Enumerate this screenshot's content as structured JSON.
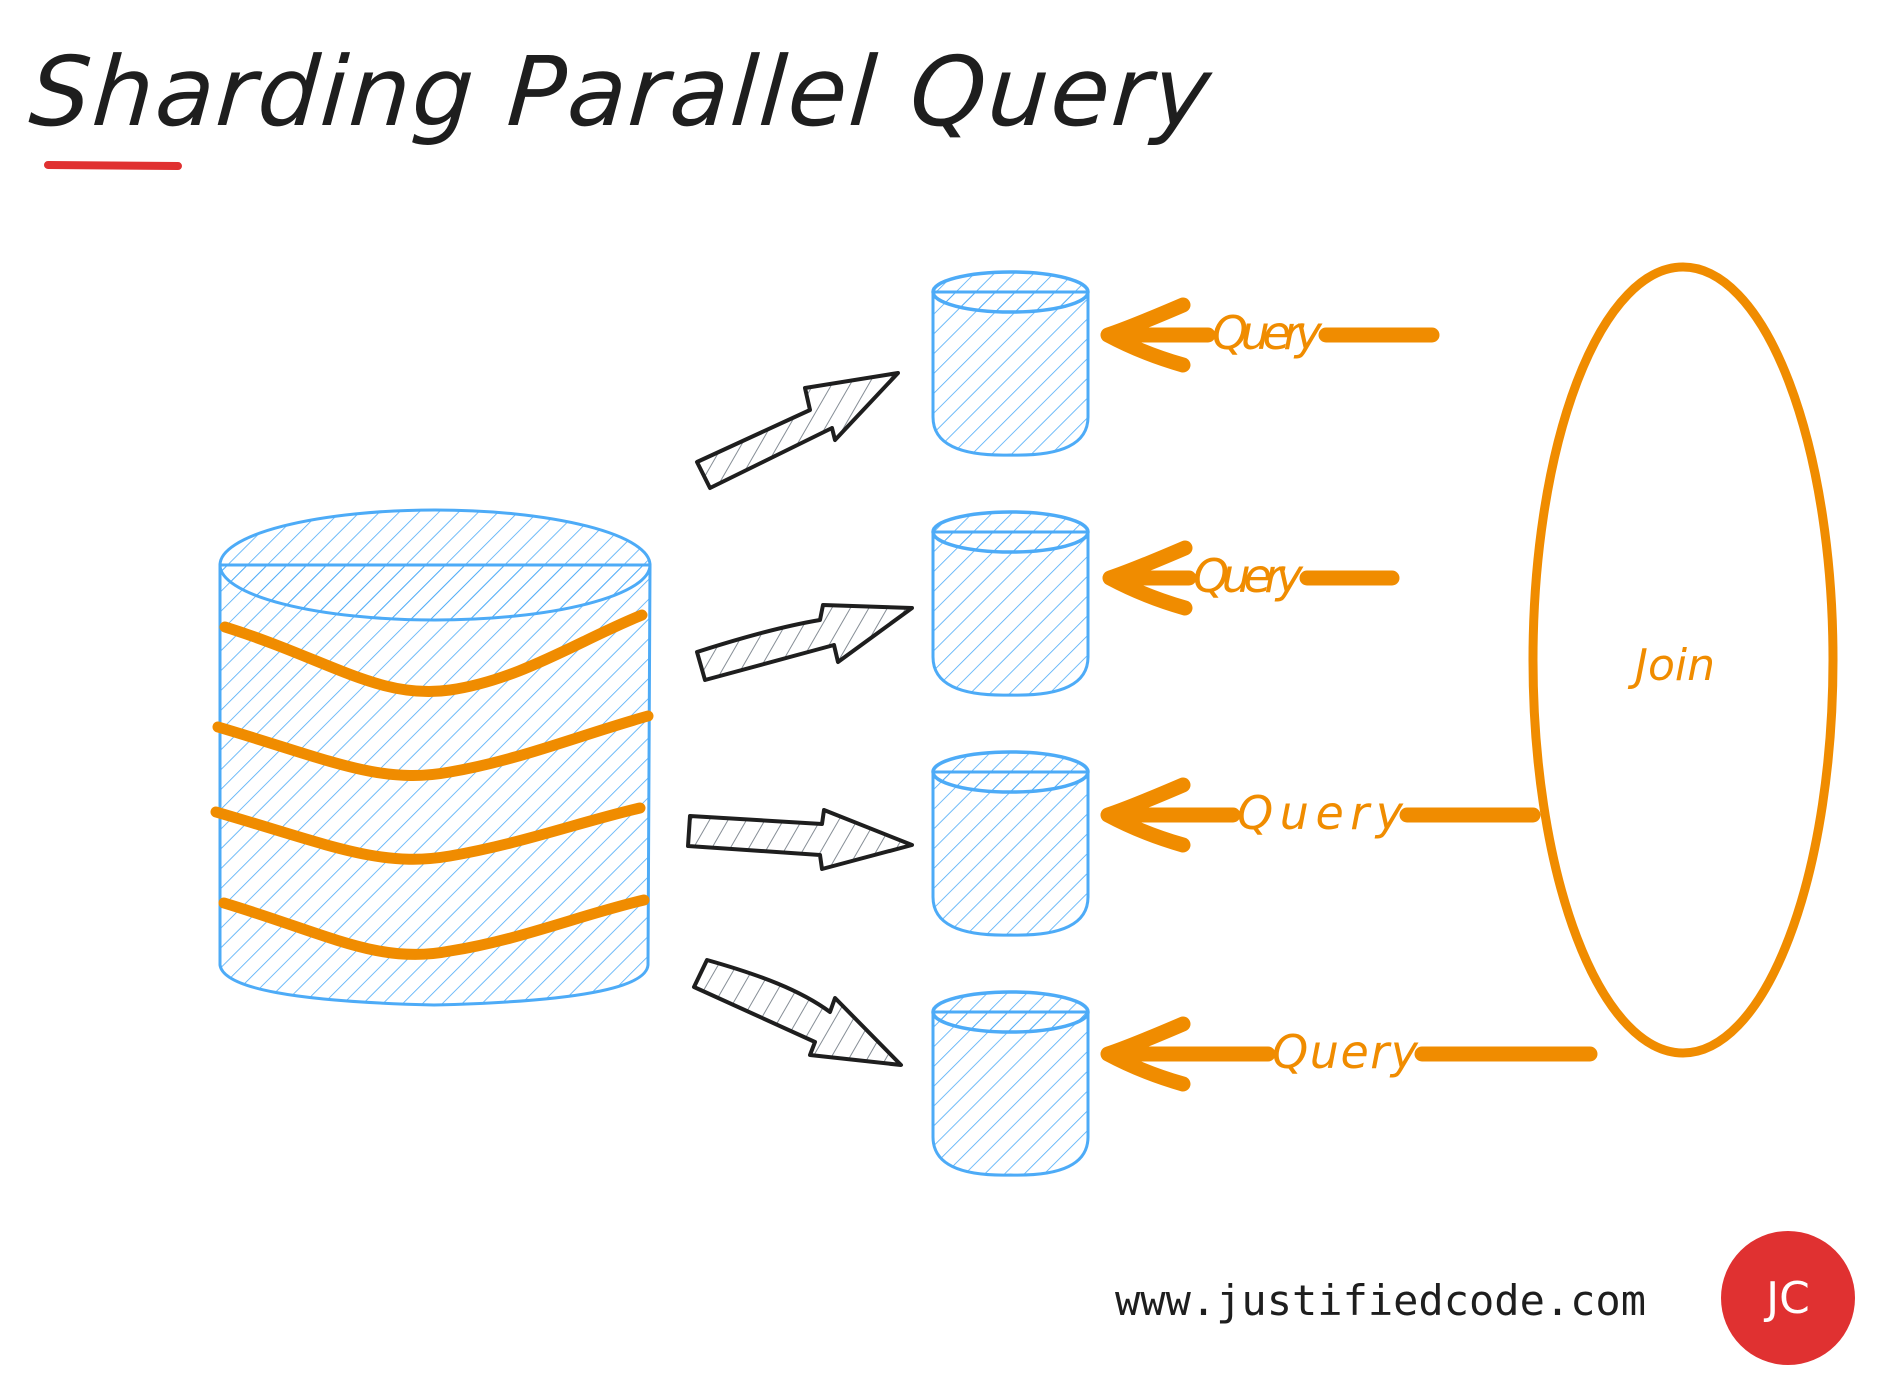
{
  "title": "Sharding Parallel Query",
  "colors": {
    "ink": "#1e1e1e",
    "accent_red": "#e03131",
    "shard_blue": "#4dabf7",
    "query_orange": "#f08c00",
    "arrow_hatch": "#868e96"
  },
  "diagram": {
    "source_database": {
      "icon": "database-cylinder-icon",
      "partitions": 4
    },
    "shards": [
      {
        "id": "shard-1",
        "icon": "database-cylinder-icon"
      },
      {
        "id": "shard-2",
        "icon": "database-cylinder-icon"
      },
      {
        "id": "shard-3",
        "icon": "database-cylinder-icon"
      },
      {
        "id": "shard-4",
        "icon": "database-cylinder-icon"
      }
    ],
    "queries": [
      {
        "label": "Query"
      },
      {
        "label": "Query"
      },
      {
        "label": "Query"
      },
      {
        "label": "Query"
      }
    ],
    "join_label": "Join"
  },
  "footer": {
    "url": "www.justifiedcode.com",
    "logo_text": "JC"
  }
}
